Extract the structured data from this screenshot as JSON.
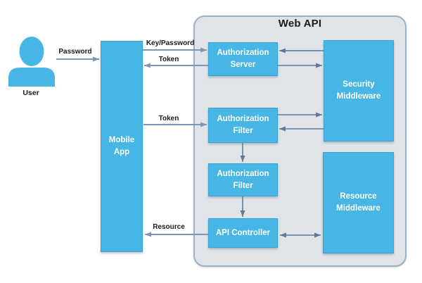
{
  "colors": {
    "node_blue": "#47B6E4",
    "node_border": "#3BA2D2",
    "panel_fill": "#E0E4E9",
    "panel_border": "#9BB1C5",
    "arrow_outer": "#7A96BA",
    "arrow_inner": "#5E7A99",
    "label_text": "#1A1A1A",
    "node_text": "#FFFFFF"
  },
  "panel": {
    "title": "Web API"
  },
  "user": {
    "label": "User",
    "icon": "person-icon"
  },
  "nodes": {
    "mobile_app": {
      "label": "Mobile App"
    },
    "authorization_server": {
      "label": "Authorization Server"
    },
    "security_middleware": {
      "label": "Security Middleware"
    },
    "authorization_filter_top": {
      "label": "Authorization Filter"
    },
    "authorization_filter_bottom": {
      "label": "Authorization Filter"
    },
    "api_controller": {
      "label": "API Controller"
    },
    "resource_middleware": {
      "label": "Resource Middleware"
    }
  },
  "edge_labels": {
    "password": "Password",
    "key_password": "Key/Password",
    "token_to_mobile": "Token",
    "token_to_filter": "Token",
    "resource": "Resource"
  }
}
